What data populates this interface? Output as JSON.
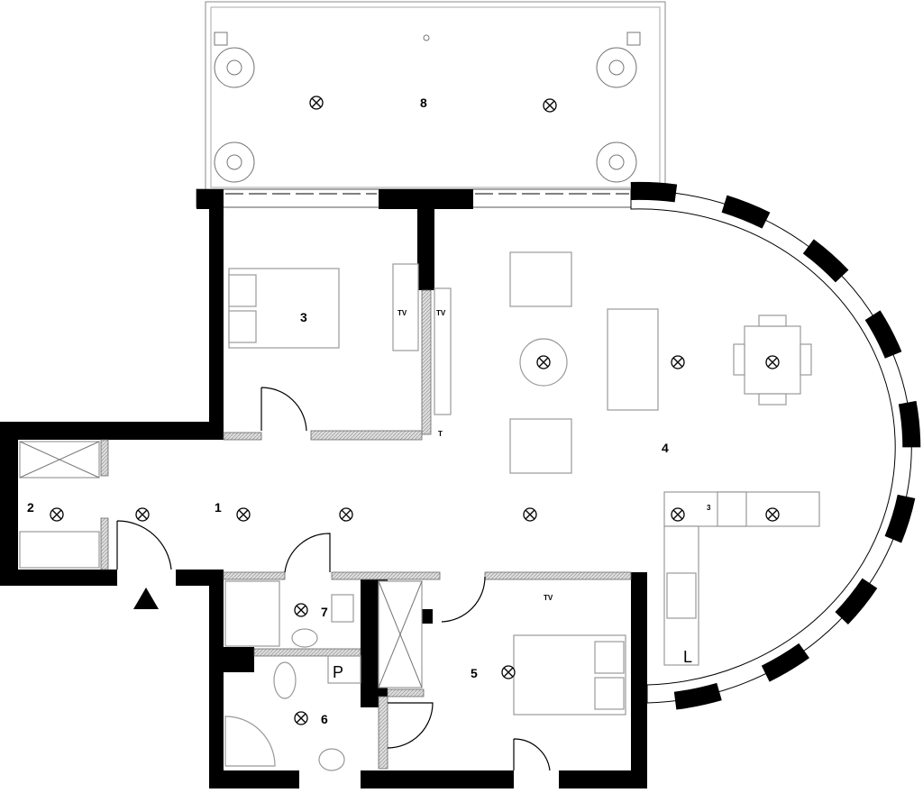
{
  "plan": {
    "rooms": [
      {
        "id": "1",
        "label": "1"
      },
      {
        "id": "2",
        "label": "2"
      },
      {
        "id": "3",
        "label": "3"
      },
      {
        "id": "4",
        "label": "4"
      },
      {
        "id": "5",
        "label": "5"
      },
      {
        "id": "6",
        "label": "6"
      },
      {
        "id": "7",
        "label": "7"
      },
      {
        "id": "8",
        "label": "8"
      }
    ],
    "fixture_labels": {
      "pantry": "P",
      "laundry": "L",
      "tv": "TV",
      "socket_count": "3",
      "phone": "T"
    }
  }
}
